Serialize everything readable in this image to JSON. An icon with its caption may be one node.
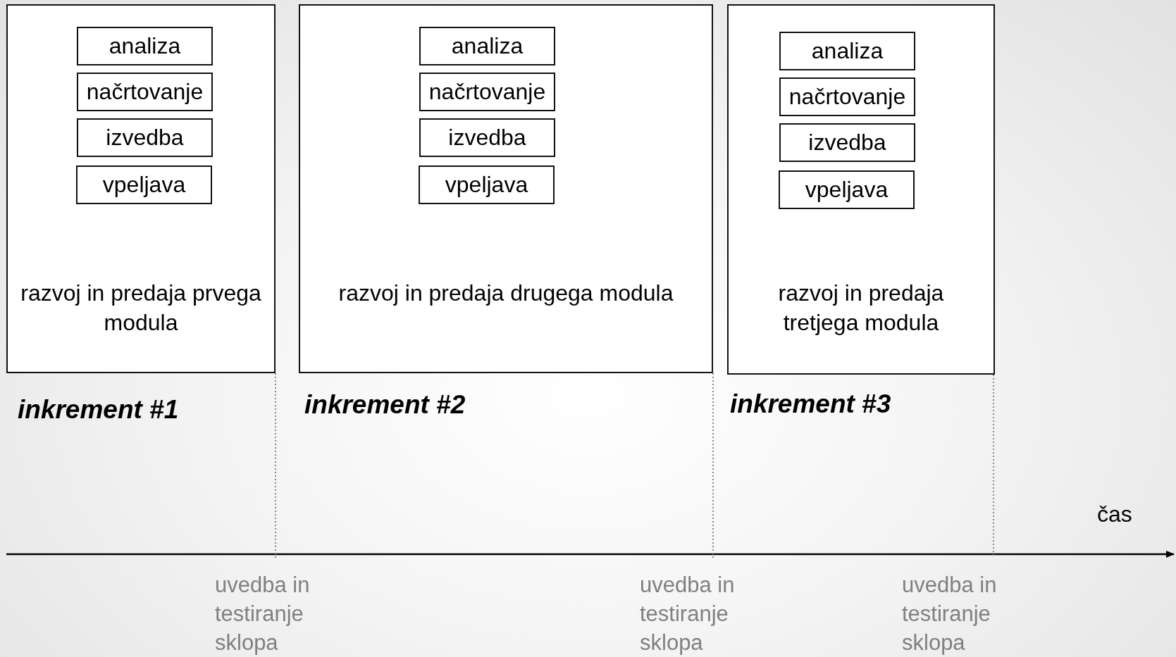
{
  "diagram": {
    "nodes": [
      {
        "text": [
          "razvoj in predaja prvega modula",
          "inkrement #1"
        ]
      },
      {
        "text": [
          "analiza"
        ],
        "in": 0
      },
      {
        "text": [
          "načrtovanje"
        ],
        "in": 0
      },
      {
        "text": [
          "izvedba"
        ],
        "in": 0
      },
      {
        "text": [
          "vpeljava"
        ],
        "in": 0
      },
      {
        "text": [
          "razvoj in predaja drugega modula",
          "inkrement #2"
        ]
      },
      {
        "text": [
          "analiza"
        ],
        "in": 5
      },
      {
        "text": [
          "načrtovanje"
        ],
        "in": 5
      },
      {
        "text": [
          "izvedba"
        ],
        "in": 5
      },
      {
        "text": [
          "vpeljava"
        ],
        "in": 5
      },
      {
        "text": [
          "razvoj in predaja tretjega modula",
          "inkrement #3"
        ]
      },
      {
        "text": [
          "analiza"
        ],
        "in": 10
      },
      {
        "text": [
          "načrtovanje"
        ],
        "in": 10
      },
      {
        "text": [
          "izvedba"
        ],
        "in": 10
      },
      {
        "text": [
          "vpeljava"
        ],
        "in": 10
      }
    ],
    "edges": [],
    "labels": [
      "čas",
      "uvedba in testiranje sklopa",
      "uvedba in testiranje sklopa",
      "uvedba in testiranje sklopa"
    ]
  }
}
